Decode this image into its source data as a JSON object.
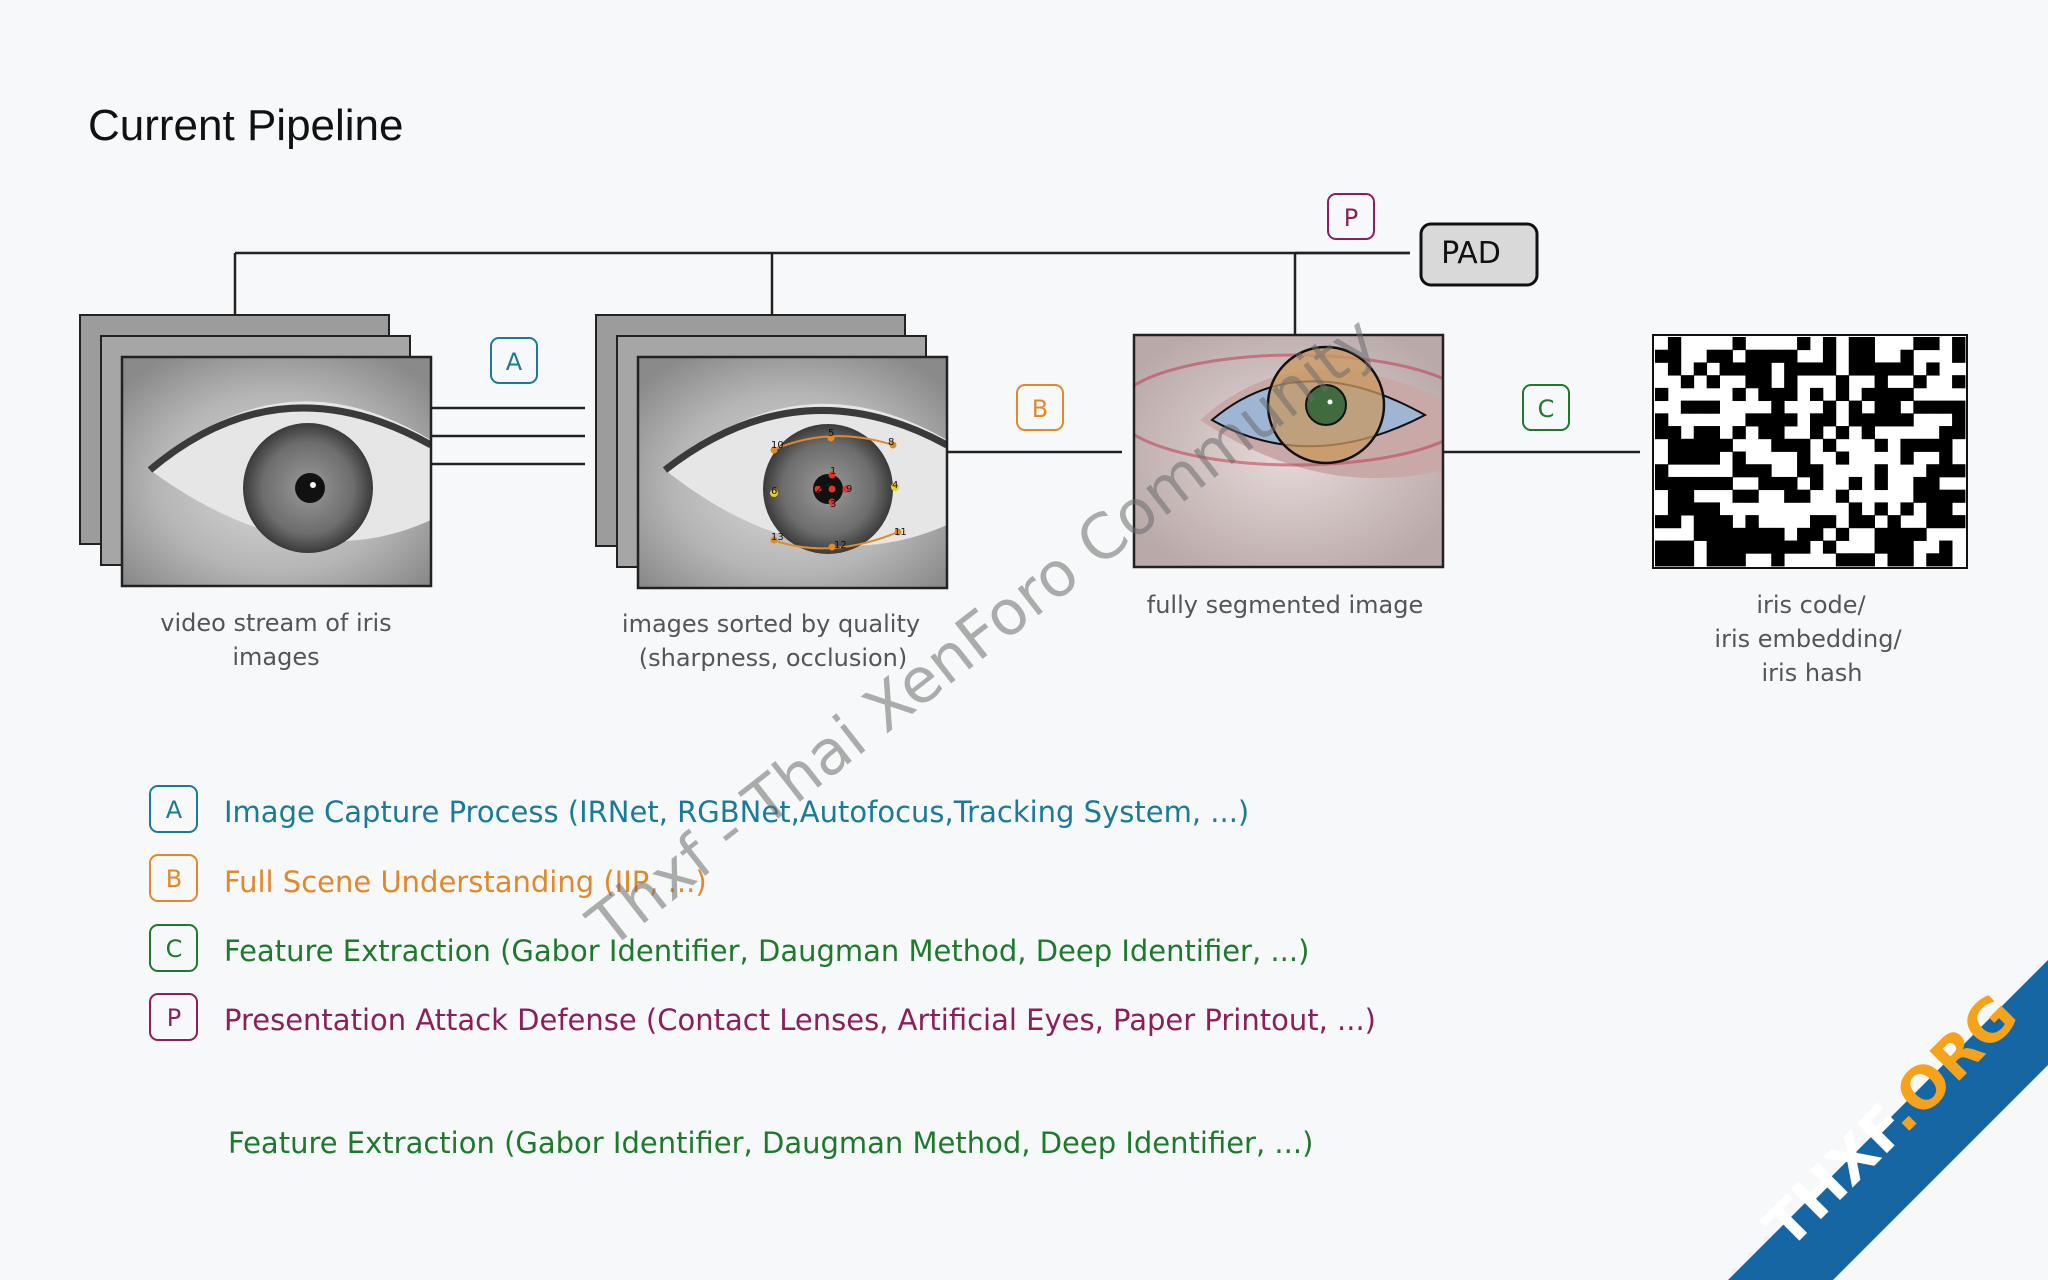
{
  "title": "Current Pipeline",
  "pad_label": "PAD",
  "badges": {
    "A": {
      "letter": "A",
      "color": "#1a7a9a"
    },
    "B": {
      "letter": "B",
      "color": "#e0892a"
    },
    "C": {
      "letter": "C",
      "color": "#1d7a2c"
    },
    "P": {
      "letter": "P",
      "color": "#8a1f5c"
    }
  },
  "stages": [
    {
      "caption": [
        "video stream of iris",
        "images"
      ]
    },
    {
      "caption": [
        "images sorted by quality",
        "(sharpness, occlusion)"
      ]
    },
    {
      "caption": [
        "fully segmented image"
      ]
    },
    {
      "caption": [
        "iris code/",
        "iris embedding/",
        "iris hash"
      ]
    }
  ],
  "landmark_labels": [
    "10",
    "5",
    "6",
    "8",
    "4",
    "1",
    "9",
    "2",
    "3",
    "7",
    "13",
    "12",
    "11"
  ],
  "legend": [
    {
      "letter": "A",
      "text": "Image Capture Process (IRNet, RGBNet,Autofocus,Tracking System, ...)",
      "color": "#1a7a9a"
    },
    {
      "letter": "B",
      "text": "Full Scene Understanding (IIP, ...)",
      "color": "#e0892a"
    },
    {
      "letter": "C",
      "text": "Feature Extraction (Gabor Identifier, Daugman Method, Deep Identifier, ...)",
      "color": "#1d7a2c"
    },
    {
      "letter": "P",
      "text": "Presentation Attack Defense (Contact Lenses, Artificial Eyes, Paper Printout, ...)",
      "color": "#8a1f5c"
    }
  ],
  "footer_text": "Feature Extraction (Gabor Identifier, Daugman Method, Deep Identifier, ...)",
  "watermark": "Thxf - Thai XenForo Community",
  "corner_banner": "THXF.ORG"
}
